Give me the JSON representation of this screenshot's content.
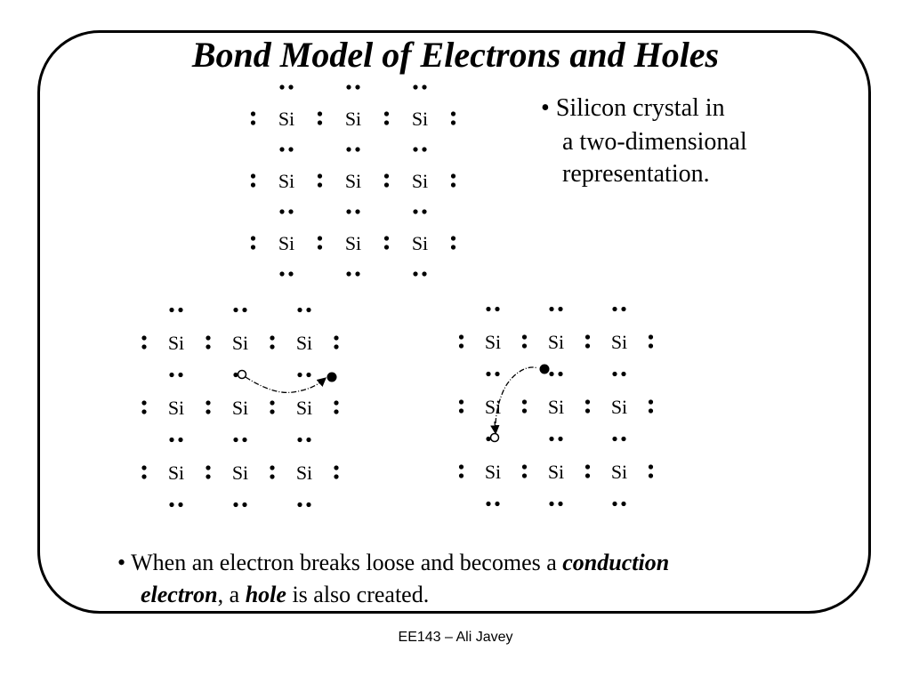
{
  "title": "Bond Model of Electrons and Holes",
  "atom_label": "Si",
  "bullet_top": {
    "marker": "•",
    "line1": "Silicon crystal in",
    "line2": "a two-dimensional",
    "line3": "representation."
  },
  "bullet_bottom": {
    "marker": "•",
    "part1": " When an electron breaks loose and becomes a ",
    "term1": "conduction",
    "term1b": "electron",
    "part2": ", a ",
    "term2": "hole",
    "part3": " is also created."
  },
  "footer": "EE143 – Ali Javey",
  "lattices": [
    {
      "name": "lattice-intact",
      "rows": 3,
      "cols": 3
    },
    {
      "name": "lattice-electron-moved-right",
      "rows": 3,
      "cols": 3,
      "shows": "hole and free electron"
    },
    {
      "name": "lattice-electron-moved-up",
      "rows": 3,
      "cols": 3,
      "shows": "hole and free electron"
    }
  ]
}
